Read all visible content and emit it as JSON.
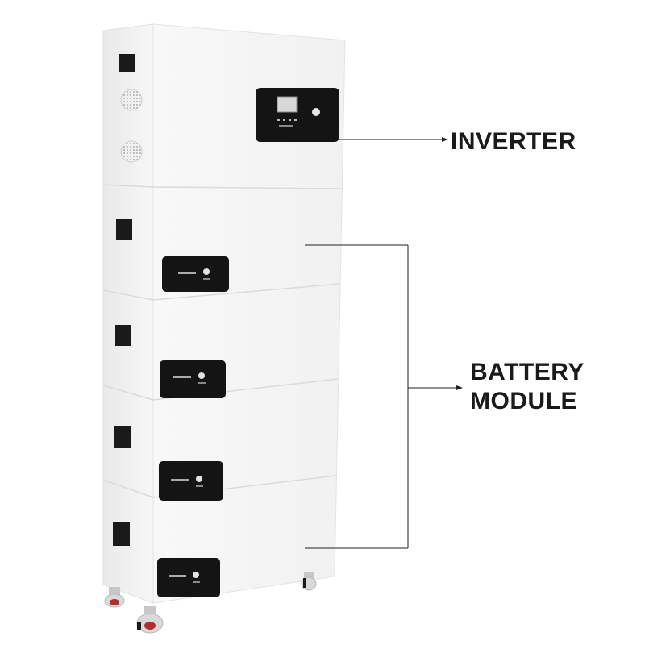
{
  "labels": {
    "inverter": "INVERTER",
    "battery_line1": "BATTERY",
    "battery_line2": "MODULE"
  },
  "icons": {
    "inverter_screen": "lcd-screen-icon",
    "power_button": "power-button-icon",
    "fan_vent": "fan-vent-icon",
    "handle": "handle-slot-icon",
    "caster": "caster-wheel-icon"
  },
  "colors": {
    "cabinet": "#f4f4f4",
    "panel": "#141414",
    "text": "#1a1a1a",
    "leader": "#222222"
  }
}
